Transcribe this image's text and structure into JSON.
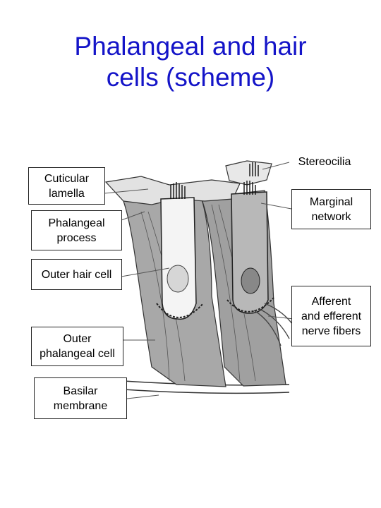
{
  "title": {
    "line1": "Phalangeal and hair",
    "line2_bold": "cells",
    "line2_rest": " (scheme)"
  },
  "labels": {
    "cuticular_lamella": "Cuticular\nlamella",
    "phalangeal_process": "Phalangeal\nprocess",
    "outer_hair_cell": "Outer hair cell",
    "outer_phalangeal_cell": "Outer\nphalangeal cell",
    "basilar_membrane": "Basilar\nmembrane",
    "stereocilia": "Stereocilia",
    "marginal_network": "Marginal\nnetwork",
    "nerve_fibers": "Afferent\nand efferent\nnerve fibers"
  }
}
